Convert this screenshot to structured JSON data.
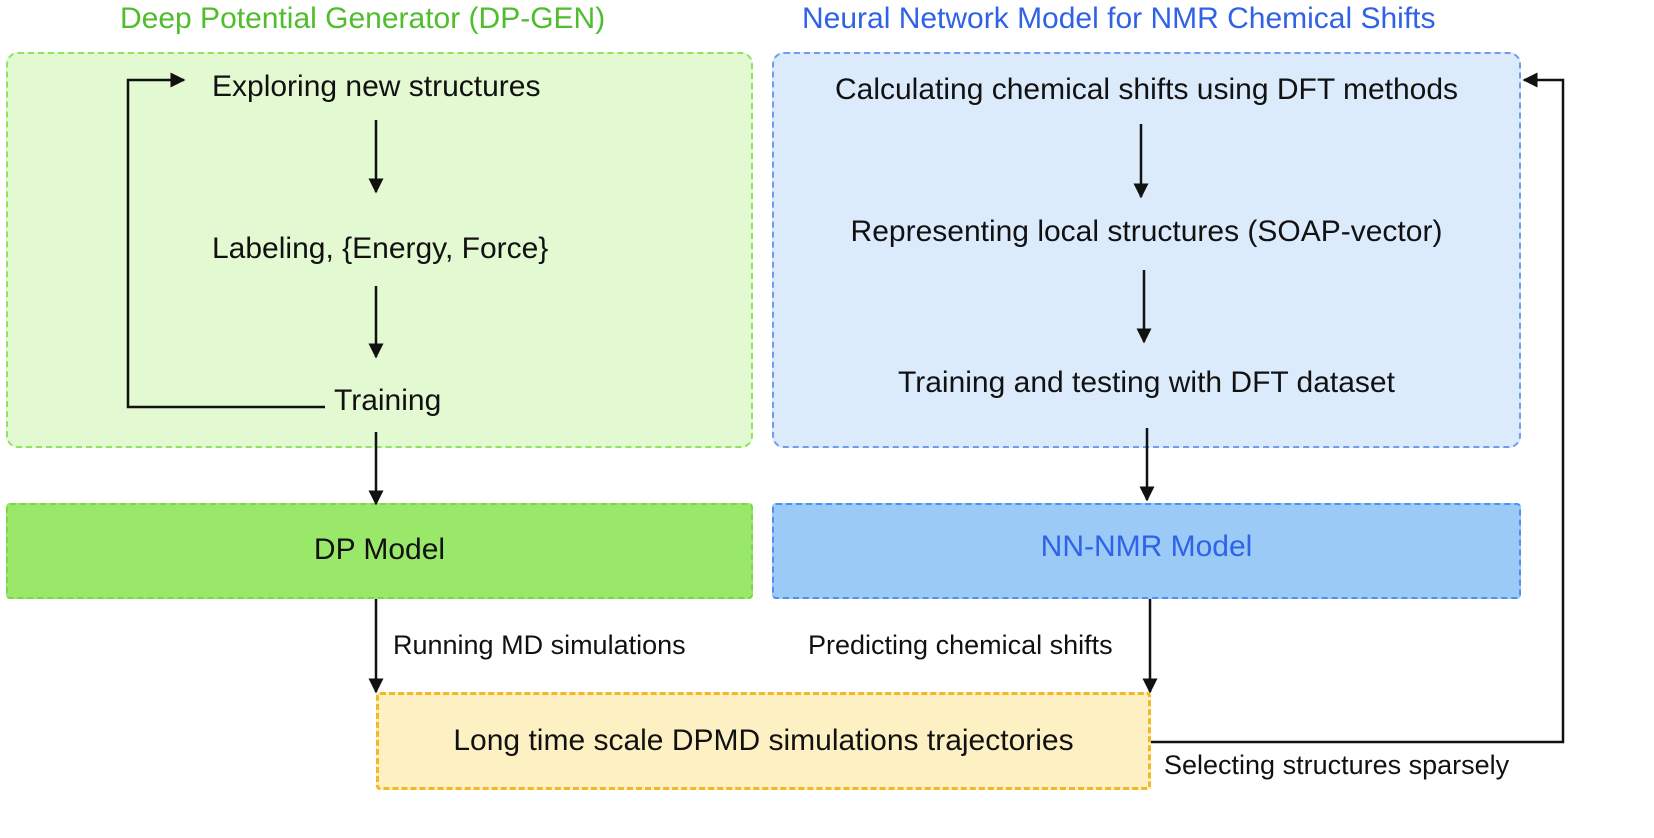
{
  "left": {
    "title": "Deep Potential Generator (DP-GEN)",
    "steps": [
      "Exploring new structures",
      "Labeling, {Energy, Force}",
      "Training"
    ],
    "model": "DP Model",
    "run_label": "Running MD simulations"
  },
  "right": {
    "title": "Neural Network Model for NMR Chemical Shifts",
    "steps": [
      "Calculating chemical shifts using DFT methods",
      "Representing local structures (SOAP-vector)",
      "Training and testing with DFT dataset"
    ],
    "model": "NN-NMR Model",
    "predict_label": "Predicting chemical shifts"
  },
  "bottom": {
    "trajectories": "Long time scale DPMD simulations trajectories",
    "select_label": "Selecting structures sparsely"
  },
  "colors": {
    "green_title": "#4fbd2c",
    "blue_title": "#2f62e6",
    "green_panel": "#e2f9d2",
    "blue_panel": "#dcebfb",
    "green_model": "#9ae86a",
    "blue_model": "#9ccaf6",
    "yellow_box": "#fdf1c4"
  }
}
